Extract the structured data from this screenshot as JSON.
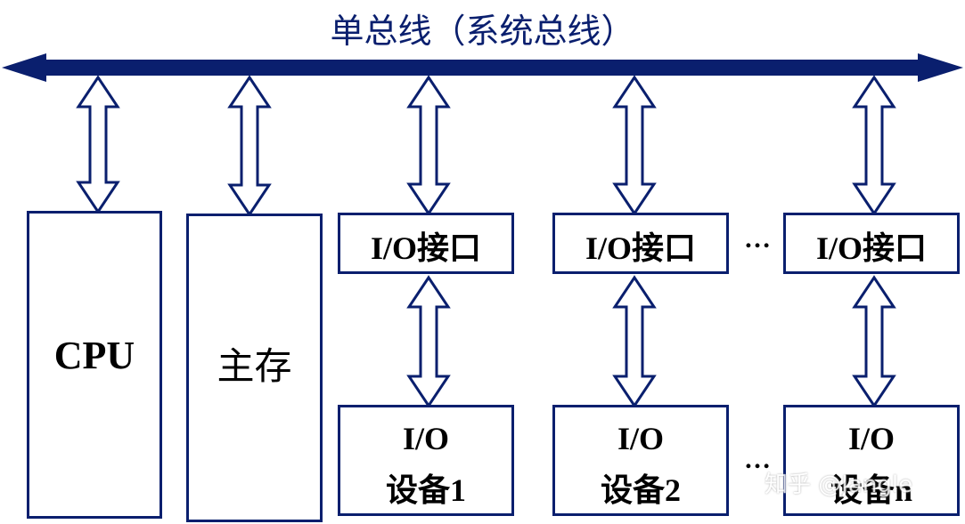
{
  "diagram": {
    "title": "单总线（系统总线）",
    "cpu_label": "CPU",
    "memory_label": "主存",
    "interfaces": [
      {
        "label": "I/O接口"
      },
      {
        "label": "I/O接口"
      },
      {
        "label": "I/O接口"
      }
    ],
    "devices": [
      {
        "line1": "I/O",
        "line2": "设备1"
      },
      {
        "line1": "I/O",
        "line2": "设备2"
      },
      {
        "line1": "I/O",
        "line2": "设备n"
      }
    ],
    "ellipsis": "…",
    "watermark": "知乎 @Jangle"
  },
  "colors": {
    "bus": "#0a1f6e",
    "box_border": "#0a1f6e",
    "text": "#000000"
  }
}
